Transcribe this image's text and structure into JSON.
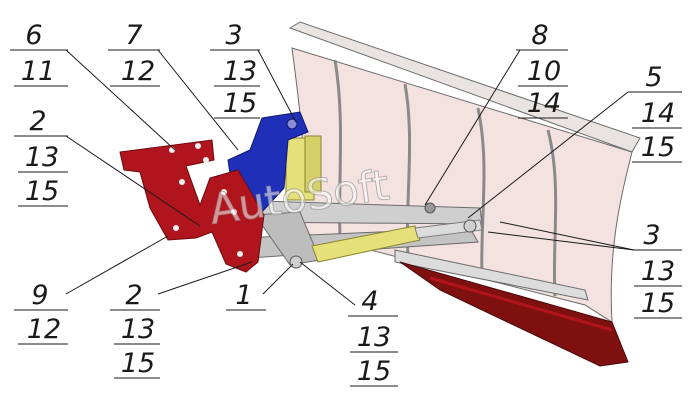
{
  "watermark": "AutoSoft",
  "colors": {
    "frame_red": "#b0141c",
    "bracket_blue": "#1f2fb8",
    "cylinder_yellow": "#e6e07a",
    "blade_pink": "#f3e2e0",
    "edge_red": "#7e1010",
    "line": "#1a1a1a"
  },
  "callouts": [
    {
      "id": "c6",
      "numbers": [
        "6",
        "11"
      ]
    },
    {
      "id": "c7",
      "numbers": [
        "7",
        "12"
      ]
    },
    {
      "id": "c3a",
      "numbers": [
        "3",
        "13",
        "15"
      ]
    },
    {
      "id": "c8",
      "numbers": [
        "8",
        "10",
        "14"
      ]
    },
    {
      "id": "c5",
      "numbers": [
        "5",
        "14",
        "15"
      ]
    },
    {
      "id": "c2a",
      "numbers": [
        "2",
        "13",
        "15"
      ]
    },
    {
      "id": "c3b",
      "numbers": [
        "3",
        "13",
        "15"
      ]
    },
    {
      "id": "c9",
      "numbers": [
        "9",
        "12"
      ]
    },
    {
      "id": "c2b",
      "numbers": [
        "2",
        "13",
        "15"
      ]
    },
    {
      "id": "c1",
      "numbers": [
        "1"
      ]
    },
    {
      "id": "c4",
      "numbers": [
        "4",
        "13",
        "15"
      ]
    }
  ]
}
